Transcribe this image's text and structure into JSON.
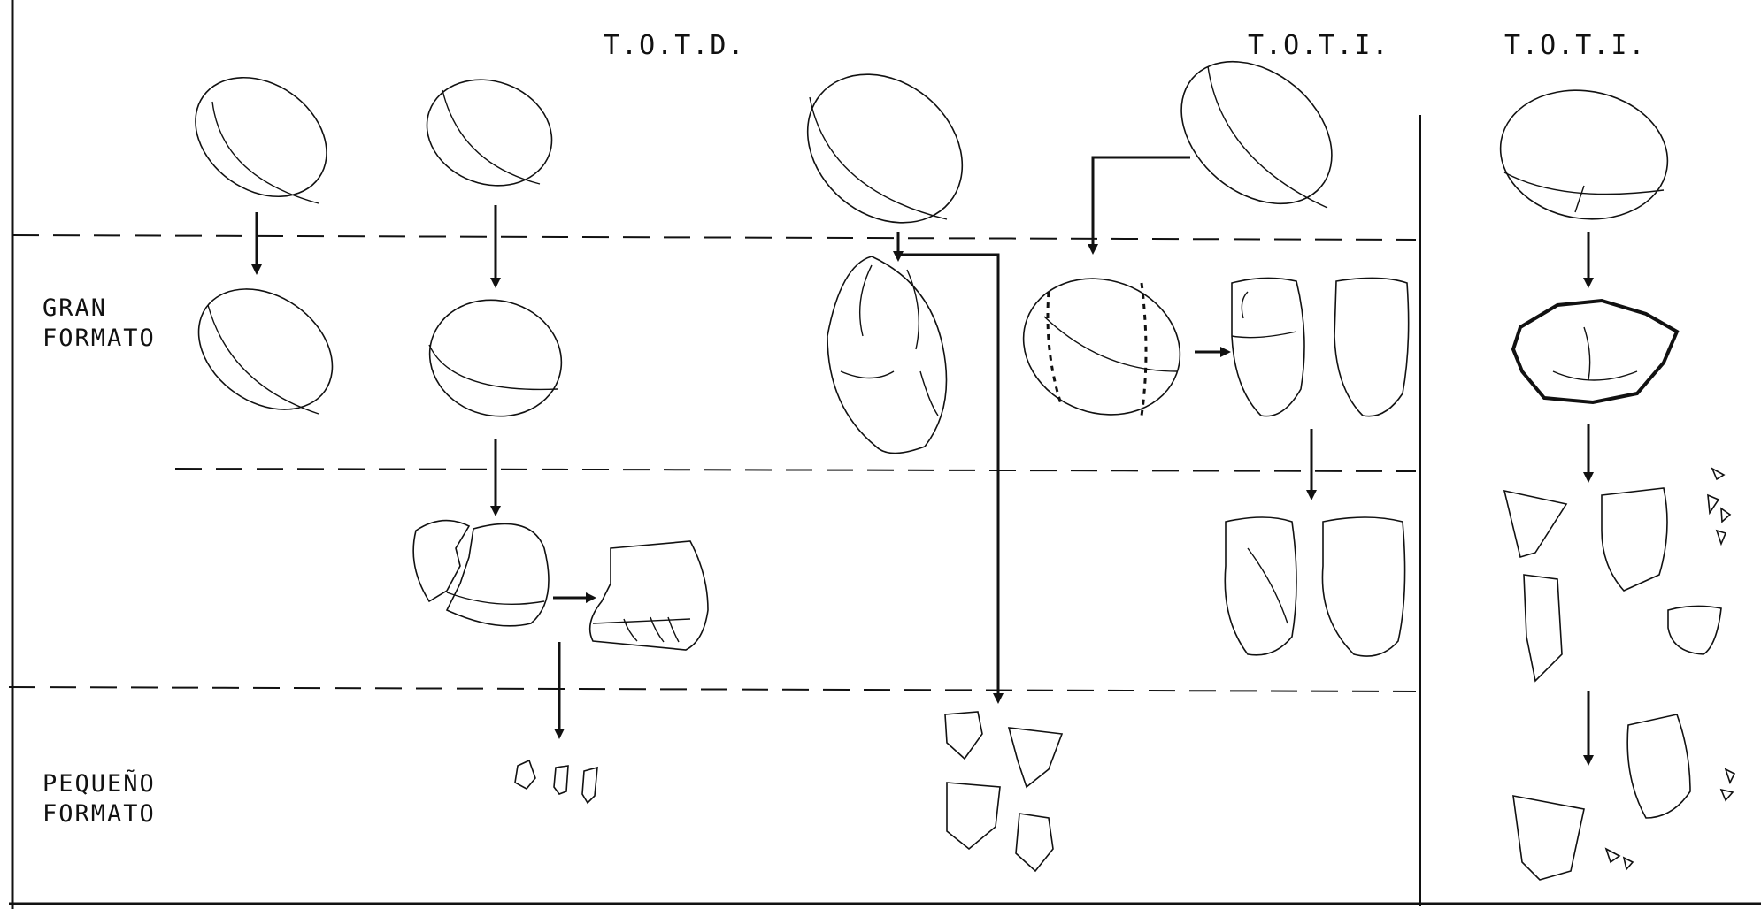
{
  "headers": {
    "col1": "T.O.T.D.",
    "col2": "T.O.T.I.",
    "col3": "T.O.T.I."
  },
  "row_labels": {
    "gran": [
      "GRAN",
      "FORMATO"
    ],
    "pequeno": [
      "PEQUEÑO",
      "FORMATO"
    ]
  }
}
